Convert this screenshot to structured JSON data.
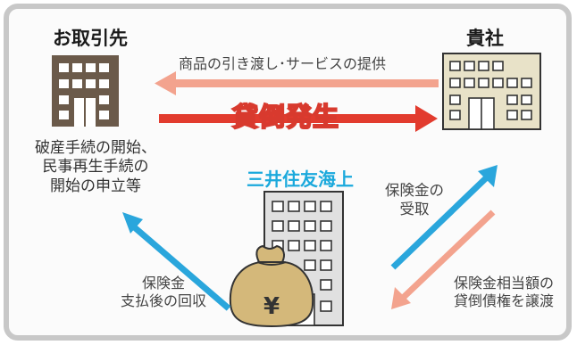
{
  "left_party": {
    "label": "お取引先"
  },
  "right_party": {
    "label": "貴社"
  },
  "arrows": {
    "goods_service": "商品の引き渡し･サービスの提供",
    "bad_debt": "貸倒発生"
  },
  "left_note": {
    "lines": [
      "破産手続の開始、",
      "民事再生手続の",
      "開始の申立等"
    ]
  },
  "insurer": {
    "label": "三井住友海上"
  },
  "receive_insurance": {
    "lines": [
      "保険金の",
      "受取"
    ]
  },
  "transfer_claim": {
    "lines": [
      "保険金相当額の",
      "貸倒債権を譲渡"
    ]
  },
  "recover_after_payment": {
    "lines": [
      "保険金",
      "支払後の回収"
    ]
  },
  "money_bag": {
    "symbol": "¥"
  },
  "colors": {
    "frame": "#c8c8c8",
    "building_left": "#6b5a4a",
    "building_right": "#e8e2c8",
    "building_center": "#e0e0e0",
    "goods_arrow": "#f3a38e",
    "bad_debt_arrow": "#e23b2e",
    "bad_debt_text": "#d83a2e",
    "blue_arrow": "#2aa6dc",
    "salmon_arrow": "#f3a38e",
    "insurer_text": "#1ba9dc",
    "money_bag": "#d4b87a"
  }
}
